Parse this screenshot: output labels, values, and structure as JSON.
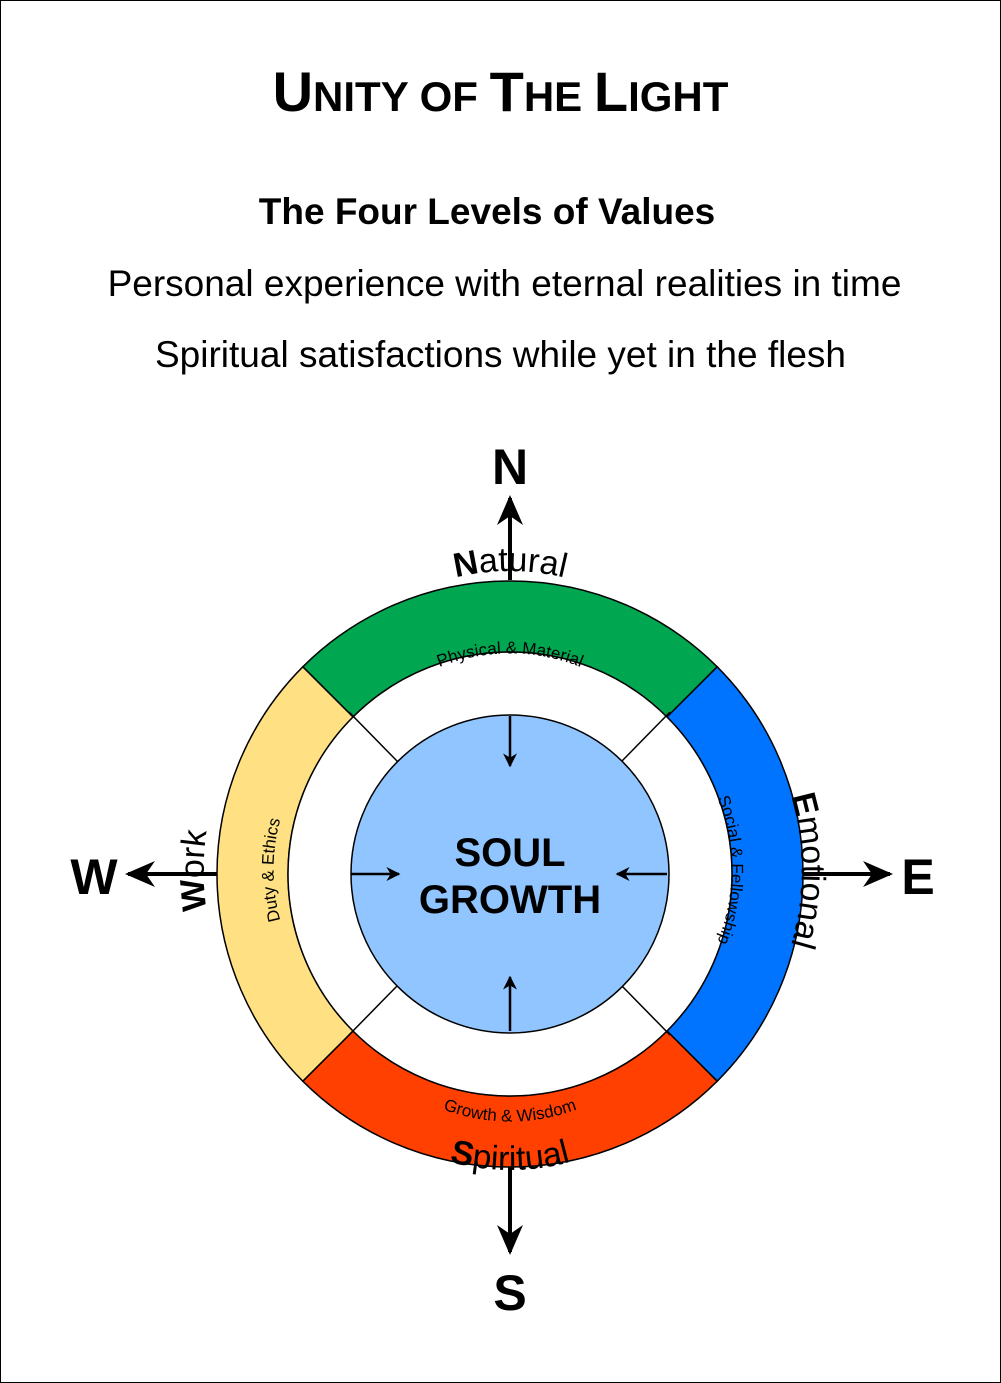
{
  "header": {
    "title_parts": [
      {
        "text": "U",
        "style": "cap"
      },
      {
        "text": "NITY OF ",
        "style": "sc"
      },
      {
        "text": "T",
        "style": "cap"
      },
      {
        "text": "HE ",
        "style": "sc"
      },
      {
        "text": "L",
        "style": "cap"
      },
      {
        "text": "IGHT",
        "style": "sc"
      }
    ],
    "subtitle": "The Four Levels of Values",
    "tagline_1": "Personal experience with eternal realities in time",
    "tagline_2": "Spiritual satisfactions while yet in the flesh"
  },
  "compass": {
    "north": "N",
    "east": "E",
    "south": "S",
    "west": "W"
  },
  "outer_ring": {
    "north": {
      "initial": "N",
      "rest": "atural",
      "color": "#00a650"
    },
    "east": {
      "initial": "E",
      "rest": "motional",
      "color": "#0073ff"
    },
    "south": {
      "initial": "S",
      "rest": "piritual",
      "color": "#ff4000"
    },
    "west": {
      "initial": "W",
      "rest": "ork",
      "color": "#ffe082"
    }
  },
  "inner_ring": {
    "north": "Physical & Material",
    "east": "Social & Fellowship",
    "south": "Growth & Wisdom",
    "west": "Duty & Ethics"
  },
  "center": {
    "line_1": "SOUL",
    "line_2": "GROWTH",
    "color": "#91c5ff"
  }
}
